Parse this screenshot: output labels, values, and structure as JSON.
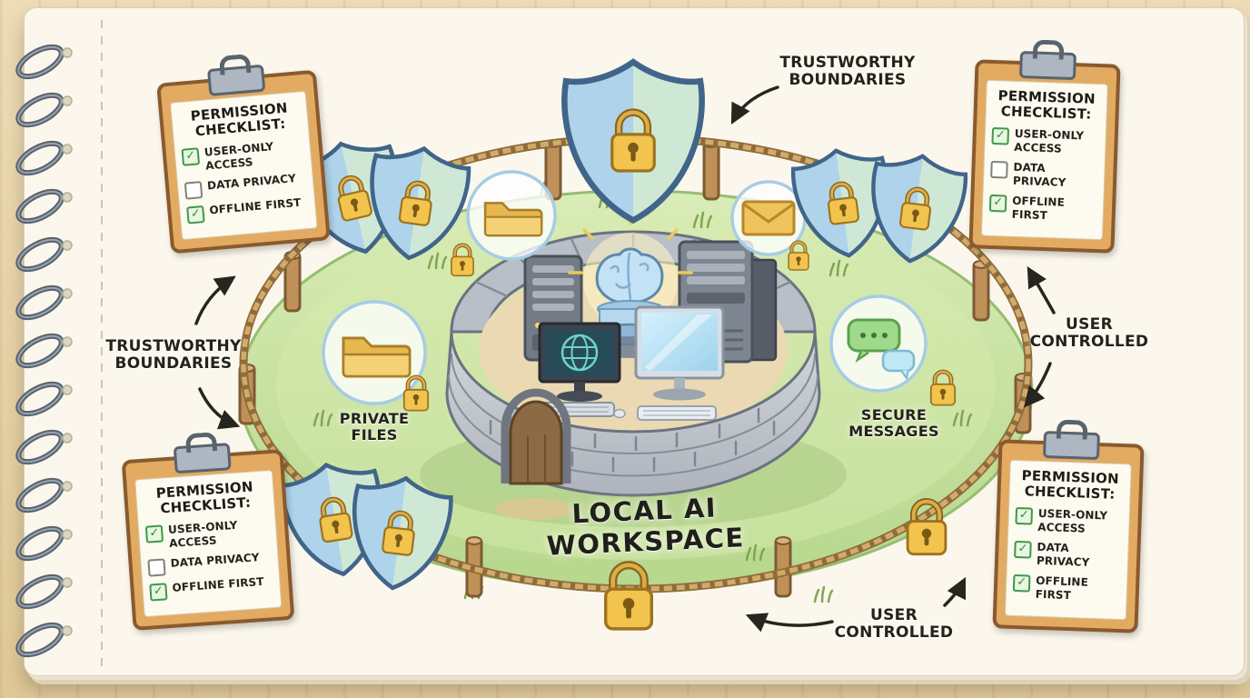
{
  "title": "LOCAL AI WORKSPACE",
  "labels": {
    "trustworthy_top": "TRUSTWORTHY BOUNDARIES",
    "trustworthy_left": "TRUSTWORTHY BOUNDARIES",
    "user_controlled_right": "USER CONTROLLED",
    "user_controlled_bottom": "USER CONTROLLED",
    "private_files": "PRIVATE FILES",
    "secure_messages": "SECURE MESSAGES"
  },
  "checklists": [
    {
      "position": "top-left",
      "title": "PERMISSION CHECKLIST:",
      "items": [
        {
          "label": "USER-ONLY ACCESS",
          "checked": true
        },
        {
          "label": "DATA PRIVACY",
          "checked": false
        },
        {
          "label": "OFFLINE FIRST",
          "checked": true
        }
      ]
    },
    {
      "position": "top-right",
      "title": "PERMISSION CHECKLIST:",
      "items": [
        {
          "label": "USER-ONLY ACCESS",
          "checked": true
        },
        {
          "label": "DATA PRIVACY",
          "checked": false
        },
        {
          "label": "OFFLINE FIRST",
          "checked": true
        }
      ]
    },
    {
      "position": "bottom-left",
      "title": "PERMISSION CHECKLIST:",
      "items": [
        {
          "label": "USER-ONLY ACCESS",
          "checked": true
        },
        {
          "label": "DATA PRIVACY",
          "checked": false
        },
        {
          "label": "OFFLINE FIRST",
          "checked": true
        }
      ]
    },
    {
      "position": "bottom-right",
      "title": "PERMISSION CHECKLIST:",
      "items": [
        {
          "label": "USER-ONLY ACCESS",
          "checked": true
        },
        {
          "label": "DATA PRIVACY",
          "checked": true
        },
        {
          "label": "OFFLINE FIRST",
          "checked": true
        }
      ]
    }
  ],
  "icons": {
    "shield_lock": "shield-with-padlock",
    "padlock": "padlock",
    "folder": "folder",
    "envelope": "envelope",
    "chat": "chat-bubbles",
    "brain": "ai-brain",
    "monitor": "computer-monitor",
    "server": "server-tower",
    "clipboard": "clipboard",
    "checkbox_checked": "✓",
    "fence": "rope-fence",
    "fortress": "stone-wall-circle"
  },
  "colors": {
    "shield_blue": "#aed3ea",
    "shield_green": "#cfe8d6",
    "lock_gold": "#f2c44d",
    "grass": "#c5e1a0",
    "rope": "#d2ab6a",
    "stone": "#c3c8ce",
    "wood_desk": "#e7d3a8",
    "paper": "#fbf7ec",
    "clipboard_frame": "#e3aa61",
    "check_green": "#2f9440",
    "ink": "#23221b"
  }
}
